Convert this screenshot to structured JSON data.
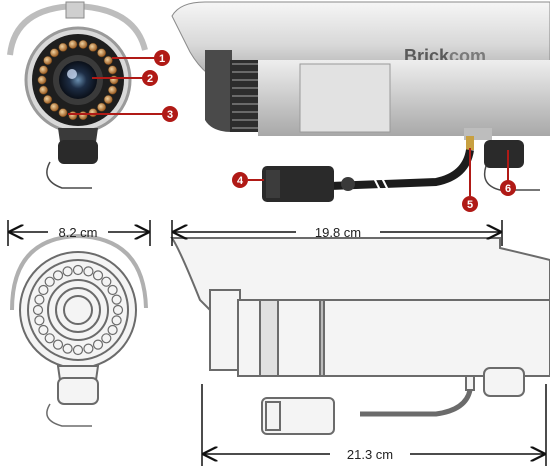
{
  "brand": {
    "bold": "Brick",
    "light": "com"
  },
  "callouts": [
    "1",
    "2",
    "3",
    "4",
    "5",
    "6"
  ],
  "dimensions": {
    "front_width": "8.2 cm",
    "housing_length": "19.8 cm",
    "total_length": "21.3 cm"
  },
  "colors": {
    "callout": "#b01a16",
    "housing_light": "#e8e8e8",
    "housing_dark": "#9a9a9a",
    "ir_led": "#b5783a",
    "outline": "#6b6b6b"
  }
}
